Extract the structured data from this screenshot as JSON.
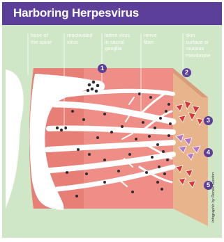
{
  "title": "Harboring Herpesvirus",
  "labels": {
    "base_of_spine": [
      "base of",
      "the spine"
    ],
    "reactivated_virus": [
      "reactivated",
      "virus"
    ],
    "latent_virus": [
      "latent virus",
      "in sacral",
      "ganglia"
    ],
    "nerve_fiber": [
      "nerve",
      "fiber"
    ],
    "skin_surface": [
      "skin",
      "surface or",
      "mucous",
      "membrane"
    ]
  },
  "steps": [
    "1",
    "2",
    "3",
    "4",
    "5"
  ],
  "credit": "Infographic by Renée Gordon",
  "colors": {
    "title_bar": "#5b3f99",
    "background": "#cfe6c7",
    "tissue": "#ef8e86",
    "nerve": "#ffffff",
    "skin": "#e7b48b",
    "virus_dot": "#2e2e33",
    "blister_red": "#d9353a",
    "blister_purple": "#b277c6"
  }
}
